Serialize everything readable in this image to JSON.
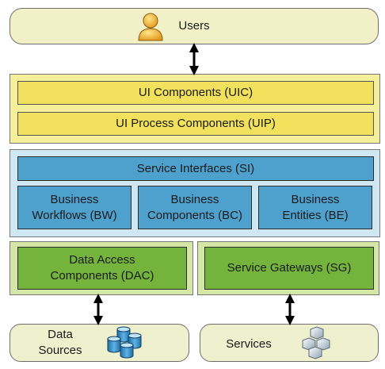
{
  "users": {
    "label": "Users",
    "icon": "user-icon"
  },
  "presentation": {
    "ui_components": "UI Components (UIC)",
    "ui_process": "UI Process Components (UIP)"
  },
  "business": {
    "service_interfaces": "Service Interfaces (SI)",
    "workflows": [
      "Business",
      "Workflows (BW)"
    ],
    "components": [
      "Business",
      "Components (BC)"
    ],
    "entities": [
      "Business",
      "Entities (BE)"
    ]
  },
  "data": {
    "dac": [
      "Data Access",
      "Components (DAC)"
    ],
    "gateways": "Service Gateways (SG)"
  },
  "bottom": {
    "data_sources": [
      "Data",
      "Sources"
    ],
    "data_sources_icon": "database-icon",
    "services": "Services",
    "services_icon": "cubes-icon"
  },
  "colors": {
    "users_fill": "#f1f0c6",
    "ui_layer_fill": "#f6ef9a",
    "ui_bar_fill": "#f1e15d",
    "business_layer_fill": "#cfe8f3",
    "business_box_fill": "#4ea1cd",
    "data_layer_fill": "#d5e7a6",
    "data_box_fill": "#74b43c",
    "bottom_fill": "#eef0ce"
  }
}
